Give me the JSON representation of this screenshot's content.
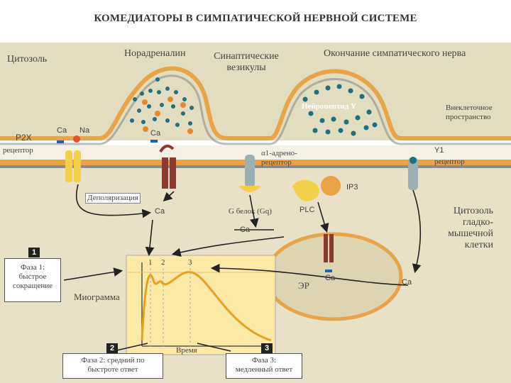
{
  "title": "КОМЕДИАТОРЫ В СИМПАТИЧЕСКОЙ НЕРВНОЙ СИСТЕМЕ",
  "labels": {
    "cytosol": "Цитозоль",
    "noradrenaline": "Норадреналин",
    "vesicles_line1": "Синаптические",
    "vesicles_line2": "везикулы",
    "nerve_ending": "Окончание симпатического нерва",
    "neuropeptide": "Нейропептид Y",
    "extracellular_line1": "Внеклеточное",
    "extracellular_line2": "пространство",
    "p2x": "P2X",
    "p2x_receptor": "рецептор",
    "ca": "Ca",
    "na": "Na",
    "alpha1_line1": "α1-адрено-",
    "alpha1_line2": "рецептор",
    "y1": "Y1",
    "y1_receptor": "рецептор",
    "depolarization": "Деполяризация",
    "ip3": "IP3",
    "g_protein": "G белок (Gq)",
    "plc": "PLC",
    "smc_cytosol_1": "Цитозоль",
    "smc_cytosol_2": "гладко-",
    "smc_cytosol_3": "мышечной",
    "smc_cytosol_4": "клетки",
    "er": "ЭР",
    "myogram": "Миограмма",
    "time": "Время",
    "peak_1": "1",
    "peak_2": "2",
    "peak_3": "3"
  },
  "phases": [
    {
      "number": "1",
      "line1": "Фаза 1:",
      "line2": "быстрое",
      "line3": "сокращение"
    },
    {
      "number": "2",
      "line1": "Фаза 2: средний по",
      "line2": "быстроте ответ"
    },
    {
      "number": "3",
      "line1": "Фаза 3:",
      "line2": "медленный ответ"
    }
  ],
  "colors": {
    "membrane_orange": "#e8a447",
    "membrane_gray": "#8c8c8c",
    "terminal_fill": "#d9cfa8",
    "vesicle_dots": "#1f6f80",
    "graph_fill": "#fbe9a6",
    "graph_line": "#e6a21f",
    "arrow": "#222222",
    "ca_channel": "#8b3a2e",
    "receptor_yellow": "#f3d04a",
    "receptor_gray": "#9ab0b4"
  }
}
